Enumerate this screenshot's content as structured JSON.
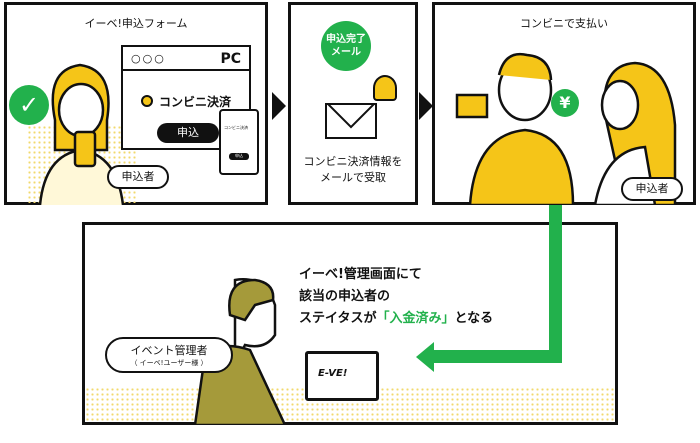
{
  "panel1": {
    "title": "イーベ!申込フォーム",
    "pc_label": "PC",
    "payment_option": "コンビニ決済",
    "submit_button": "申込",
    "phone_option": "コンビニ決済",
    "phone_button": "申込",
    "person_label": "申込者"
  },
  "panel2": {
    "bubble": "申込完了\nメール",
    "caption_line1": "コンビニ決済情報を",
    "caption_line2": "メールで受取"
  },
  "panel3": {
    "title": "コンビニで支払い",
    "yen_icon": "¥",
    "person_label": "申込者"
  },
  "panel4": {
    "line1": "イーベ!管理画面にて",
    "line2": "該当の申込者の",
    "line3_prefix": "ステイタスが",
    "line3_highlight": "「入金済み」",
    "line3_suffix": "となる",
    "admin_label": "イベント管理者",
    "admin_sublabel": "（ イーベ!ユーザー様 ）",
    "laptop_logo": "E-VE!"
  },
  "colors": {
    "green": "#22b14c",
    "yellow": "#f5c518",
    "olive": "#a59a3a",
    "black": "#111111"
  }
}
